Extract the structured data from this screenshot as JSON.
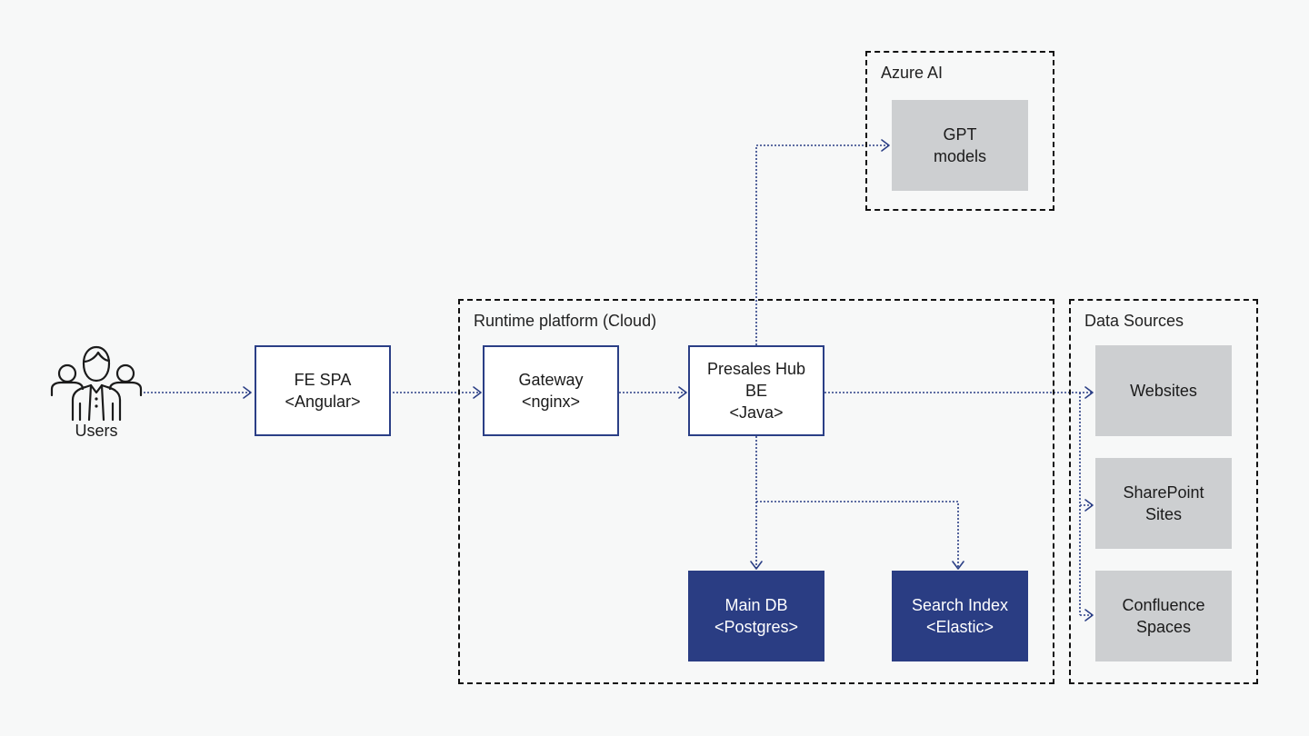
{
  "groups": {
    "azure": "Azure AI",
    "runtime": "Runtime platform (Cloud)",
    "data_sources": "Data Sources"
  },
  "actor": {
    "label": "Users",
    "icon": "users-icon"
  },
  "nodes": {
    "fe_spa": [
      "FE SPA",
      "<Angular>"
    ],
    "gateway": [
      "Gateway",
      "<nginx>"
    ],
    "backend": [
      "Presales Hub",
      "BE",
      "<Java>"
    ],
    "gpt": [
      "GPT",
      "models"
    ],
    "main_db": [
      "Main DB",
      "<Postgres>"
    ],
    "search_index": [
      "Search Index",
      "<Elastic>"
    ],
    "websites": [
      "Websites"
    ],
    "sharepoint": [
      "SharePoint",
      "Sites"
    ],
    "confluence": [
      "Confluence",
      "Spaces"
    ]
  },
  "colors": {
    "background": "#f7f8f8",
    "accent": "#2b3f86",
    "filled_node": "#2a3d83",
    "grey_node": "#cdcfd1",
    "group_border": "#111111"
  }
}
